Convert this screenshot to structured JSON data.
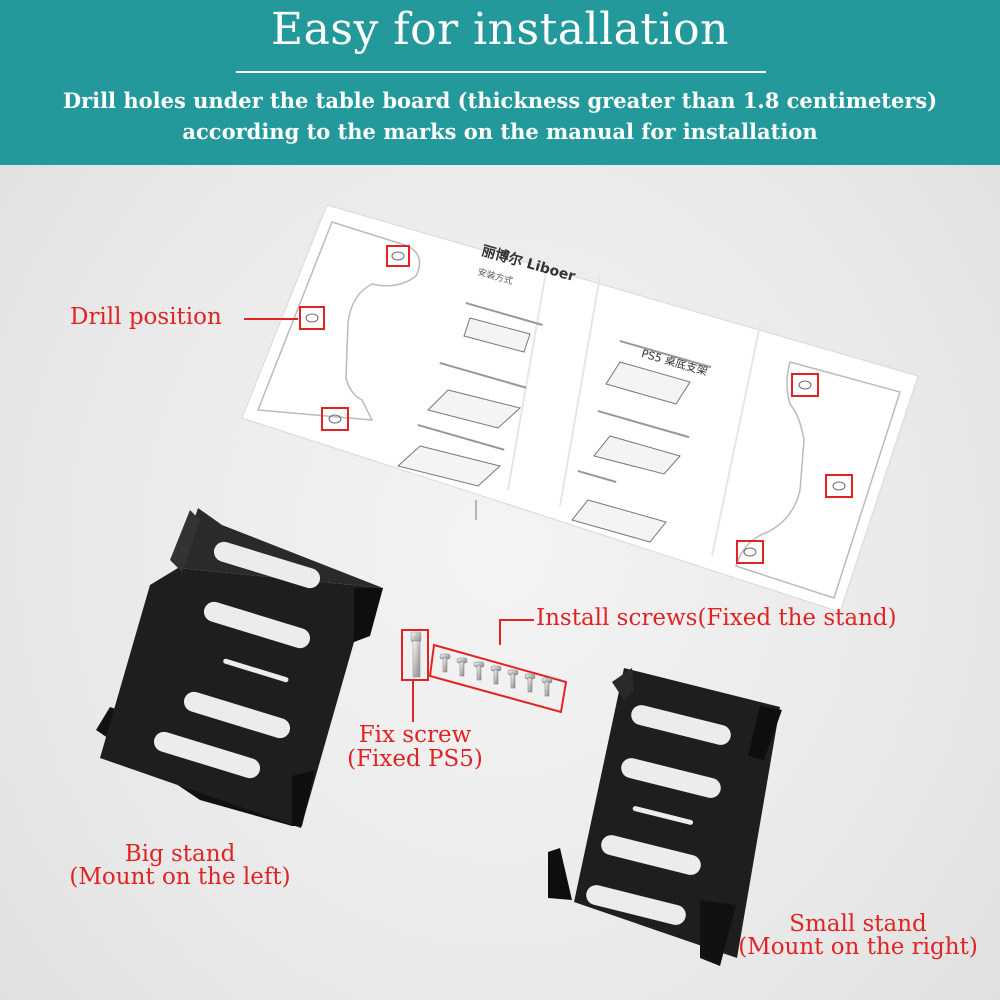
{
  "header": {
    "title": "Easy for installation",
    "subtitle_line1": "Drill holes under the table board (thickness greater than 1.8 centimeters)",
    "subtitle_line2": "according to the marks on the manual for installation"
  },
  "manual": {
    "brand": "丽博尔 Liboer",
    "subheading": "安装方式",
    "product": "PS5 桌底支架"
  },
  "labels": {
    "drill_position": "Drill position",
    "install_screws": "Install screws(Fixed the stand)",
    "fix_screw_line1": "Fix screw",
    "fix_screw_line2": "(Fixed PS5)",
    "big_stand_line1": "Big stand",
    "big_stand_line2": "(Mount on the left)",
    "small_stand_line1": "Small stand",
    "small_stand_line2": "(Mount on the right)"
  },
  "colors": {
    "banner": "#23999b",
    "annotation": "#e02424",
    "stand": "#1e1e1e"
  }
}
